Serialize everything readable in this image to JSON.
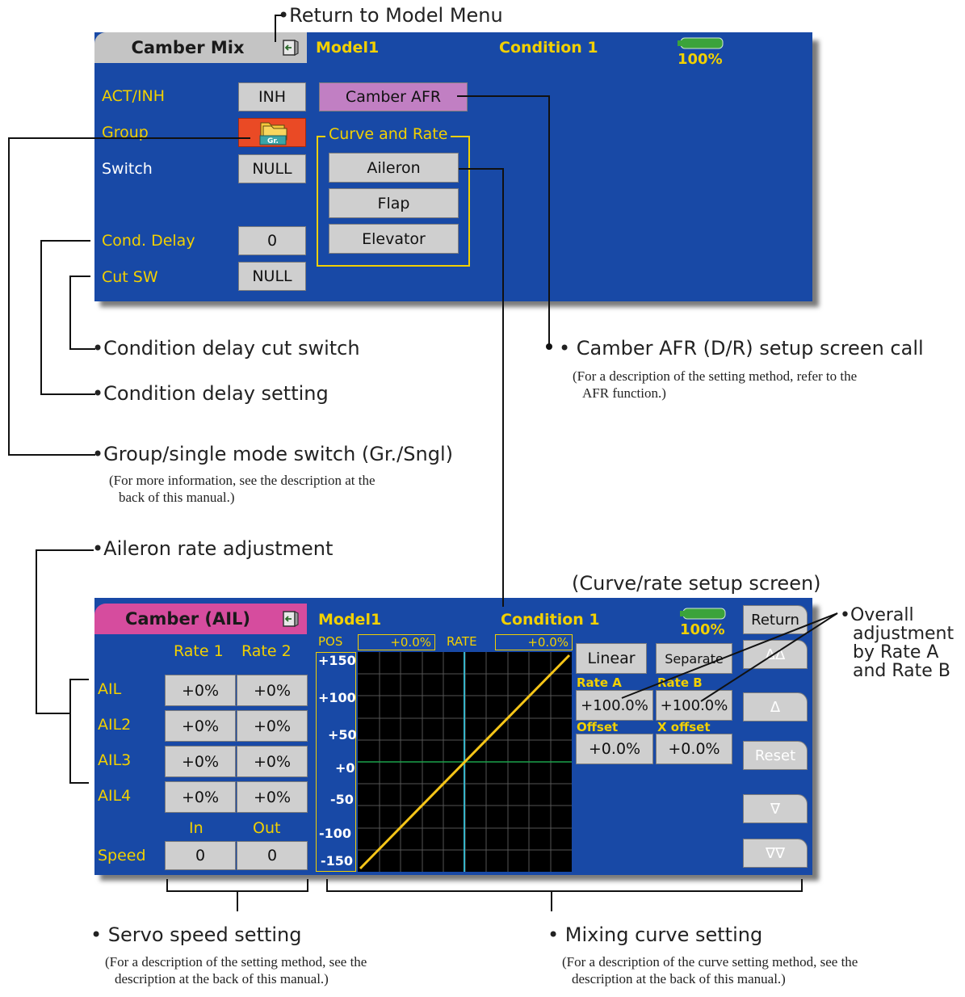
{
  "top_screen": {
    "title": "Camber Mix",
    "model": "Model1",
    "condition": "Condition 1",
    "battery": "100%",
    "rows": [
      {
        "label": "ACT/INH",
        "value": "INH"
      },
      {
        "label": "Group",
        "value": "Gr."
      },
      {
        "label": "Switch",
        "value": "NULL"
      },
      {
        "label": "Cond. Delay",
        "value": "0"
      },
      {
        "label": "Cut SW",
        "value": "NULL"
      }
    ],
    "camber_afr_button": "Camber AFR",
    "curve_group_label": "Curve and Rate",
    "curve_buttons": [
      "Aileron",
      "Flap",
      "Elevator"
    ]
  },
  "curve_screen": {
    "caption": "(Curve/rate setup screen)",
    "title": "Camber (AIL)",
    "model": "Model1",
    "condition": "Condition 1",
    "battery": "100%",
    "rate_headers": [
      "Rate 1",
      "Rate 2"
    ],
    "ail_rows": [
      {
        "label": "AIL",
        "rate1": "+0%",
        "rate2": "+0%"
      },
      {
        "label": "AIL2",
        "rate1": "+0%",
        "rate2": "+0%"
      },
      {
        "label": "AIL3",
        "rate1": "+0%",
        "rate2": "+0%"
      },
      {
        "label": "AIL4",
        "rate1": "+0%",
        "rate2": "+0%"
      }
    ],
    "speed_headers": [
      "In",
      "Out"
    ],
    "speed_label": "Speed",
    "speed_in": "0",
    "speed_out": "0",
    "pos_label": "POS",
    "pos_value": "+0.0%",
    "rate_label": "RATE",
    "rate_value": "+0.0%",
    "y_ticks": [
      "+150",
      "+100",
      "+50",
      "+0",
      "-50",
      "-100",
      "-150"
    ],
    "curve_type": "Linear",
    "mode": "Separate",
    "rate_a_label": "Rate A",
    "rate_b_label": "Rate B",
    "rate_a": "+100.0%",
    "rate_b": "+100.0%",
    "offset_label": "Offset",
    "x_offset_label": "X offset",
    "offset": "+0.0%",
    "x_offset": "+0.0%",
    "return_label": "Return",
    "nav_buttons": [
      "ΔΔ",
      "Δ",
      "Reset",
      "∇",
      "∇∇"
    ],
    "curve_color": "#f5c518"
  },
  "annotations": {
    "return_menu": "•Return to Model Menu",
    "cut_switch": "•Condition delay cut switch",
    "delay_setting": "•Condition delay setting",
    "group_mode": "•Group/single mode switch (Gr./Sngl)",
    "group_note": [
      "(For more information, see the description at the",
      "back of this manual.)"
    ],
    "camber_afr": "• Camber AFR (D/R) setup screen call",
    "camber_afr_note": [
      "(For a description of the setting method, refer to the",
      "AFR function.)"
    ],
    "aileron_rate": "•Aileron rate adjustment",
    "overall": [
      "•Overall",
      "adjustment",
      "by Rate A",
      "and Rate B"
    ],
    "servo_speed": "• Servo speed setting",
    "servo_note": [
      "(For a description of the setting method, see the",
      "description at the back of this manual.)"
    ],
    "mixing_curve": "• Mixing curve setting",
    "mixing_note": [
      "(For a description of the curve setting method, see the",
      "description at the back of this manual.)"
    ]
  }
}
